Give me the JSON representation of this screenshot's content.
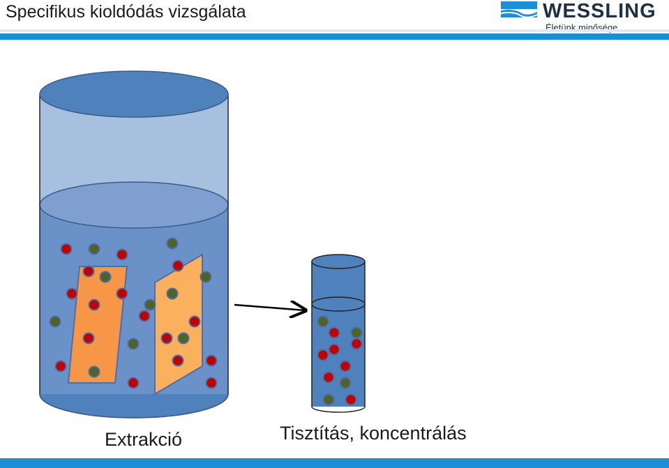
{
  "header": {
    "title": "Specifikus kioldódás vizsgálata"
  },
  "logo": {
    "name": "WESSLING",
    "slogan": "Életünk minősége",
    "icon": "wessling-wave-icon"
  },
  "captions": {
    "left": "Extrakció",
    "right": "Tisztítás, koncentrálás"
  },
  "colors": {
    "accent_bar": "#1a8fd6",
    "cylinder_top": "#4f81bd",
    "liquid": "#6b92c8",
    "air": "#a8c0e0",
    "particle_red": "#c00000",
    "particle_green": "#4f6228",
    "sample_left": "#f79646",
    "sample_right": "#fbb05d"
  }
}
